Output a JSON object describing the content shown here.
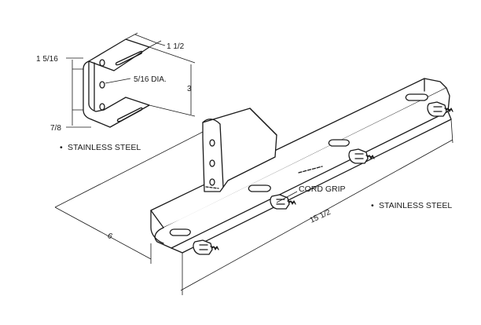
{
  "detail": {
    "dim_top": "1 1/2",
    "dim_left_top": "1 5/16",
    "dim_hole": "5/16 DIA.",
    "dim_right": "3",
    "dim_left_bottom": "7/8",
    "material": "STAINLESS STEEL",
    "bullet": "•"
  },
  "main": {
    "dim_depth": "6",
    "dim_length": "15 1/2",
    "callout": "CORD GRIP",
    "material": "STAINLESS STEEL",
    "bullet": "•"
  }
}
